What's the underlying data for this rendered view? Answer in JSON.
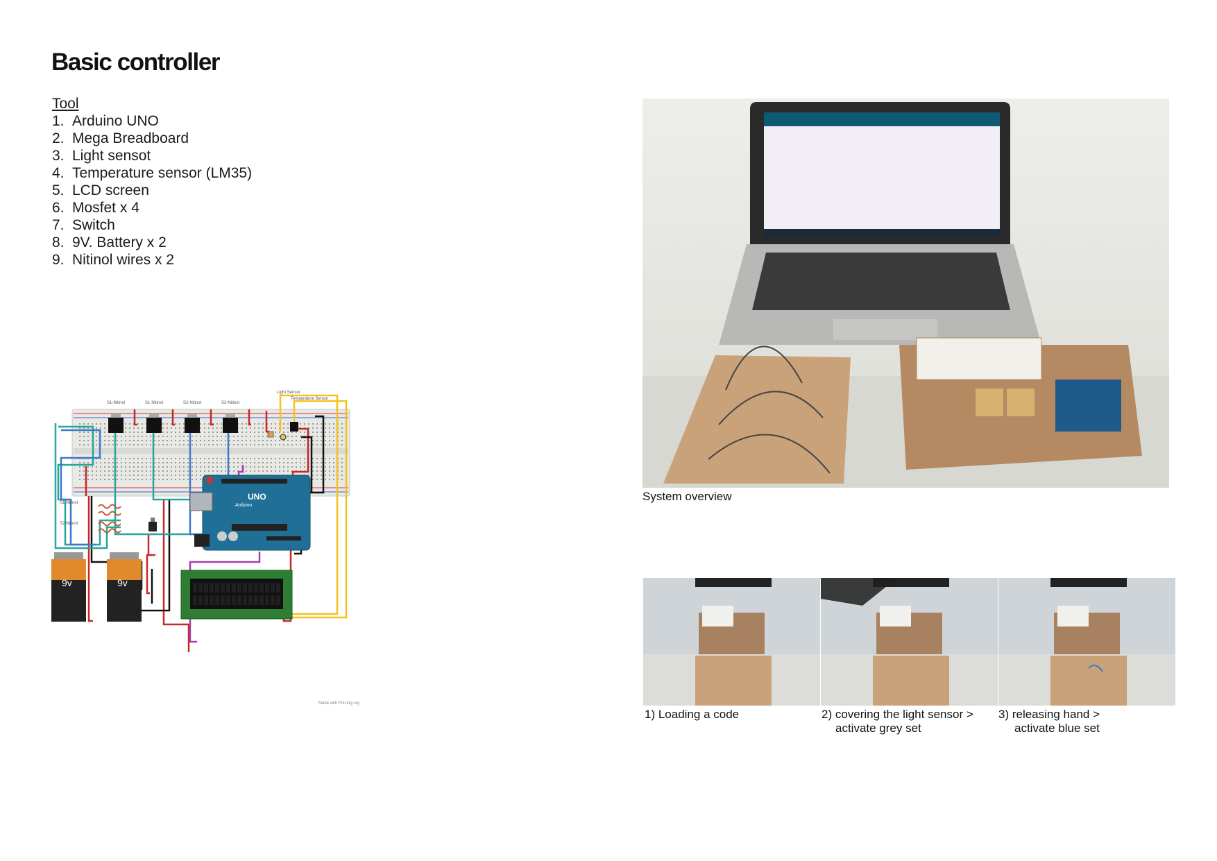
{
  "page": {
    "title": "Basic controller"
  },
  "tools": {
    "heading": "Tool",
    "items": [
      {
        "num": "1.",
        "label": "Arduino UNO"
      },
      {
        "num": "2.",
        "label": "Mega Breadboard"
      },
      {
        "num": "3.",
        "label": "Light sensot"
      },
      {
        "num": "4.",
        "label": "Temperature sensor (LM35)"
      },
      {
        "num": "5.",
        "label": "LCD screen"
      },
      {
        "num": "6.",
        "label": "Mosfet x 4"
      },
      {
        "num": "7.",
        "label": "Switch"
      },
      {
        "num": "8.",
        "label": "9V. Battery x 2"
      },
      {
        "num": "9.",
        "label": "Nitinol wires x 2"
      }
    ]
  },
  "schematic": {
    "mosfet_labels": [
      "S1-Nitinol",
      "S1-Nitinol",
      "S2-Nitinol",
      "S2-Nitinol"
    ],
    "light_sensor_label": "Light Sensor",
    "temp_sensor_label": "Temperature Sensor",
    "nitinol_s1_label": "S1-Nitinol",
    "nitinol_s2_label": "S2-Nitinol",
    "battery_label": "9v",
    "arduino_label": "UNO",
    "arduino_brand": "Arduino",
    "credit": "Made with Fritzing.org"
  },
  "overview": {
    "caption": "System overview"
  },
  "steps": [
    {
      "line1": "1) Loading a code",
      "line2": ""
    },
    {
      "line1": "2) covering the light sensor  >",
      "line2": "activate grey set"
    },
    {
      "line1": "3) releasing hand >",
      "line2": "activate blue set"
    }
  ],
  "colors": {
    "breadboard": "#e8e8e4",
    "arduino_blue": "#1f6f96",
    "battery_orange": "#e08a2c",
    "lcd_green": "#2e7d32",
    "wood": "#c9a27a",
    "wall": "#e6e6e0",
    "wire_red": "#c62828",
    "wire_black": "#111111",
    "wire_teal": "#26a69a",
    "wire_blue": "#3f78c8",
    "wire_yellow": "#f4c21c",
    "wire_purple": "#a040b0"
  }
}
